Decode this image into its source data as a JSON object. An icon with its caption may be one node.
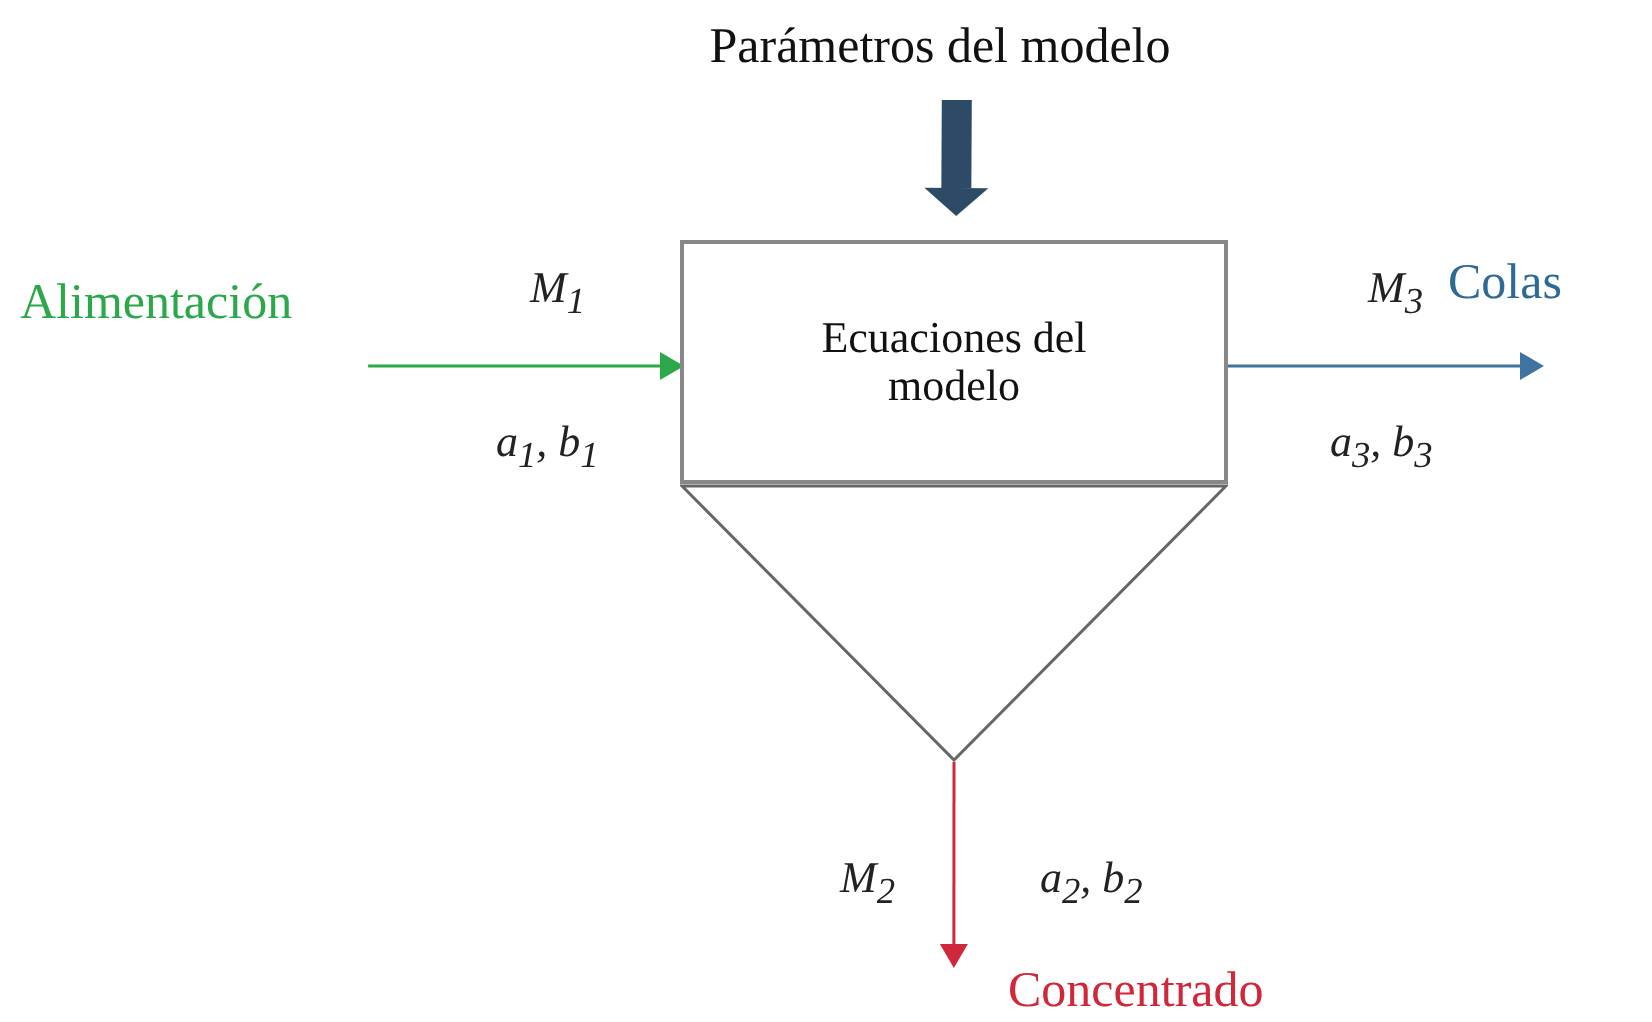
{
  "diagram": {
    "nodes": [
      {
        "text": [
          "Parámetros del modelo"
        ]
      },
      {
        "text": [
          "Ecuaciones del modelo"
        ]
      },
      {
        "text": [],
        "shape": "triangle"
      },
      {
        "text": [
          "Alimentación"
        ]
      },
      {
        "text": [
          "Colas"
        ]
      },
      {
        "text": [
          "Concentrado"
        ]
      }
    ],
    "edges": [
      {
        "from": 0,
        "to": 1,
        "arrow": "to",
        "style": "thick",
        "color": "#2d4a66"
      },
      {
        "from": 3,
        "to": 1,
        "arrow": "to",
        "color": "#2aa84a",
        "label": "M$_{1}$"
      },
      {
        "from": 1,
        "to": 4,
        "arrow": "to",
        "color": "#3f73a0",
        "label": "M$_{3}$"
      },
      {
        "from": 2,
        "to": 5,
        "arrow": "to",
        "color": "#d0283a",
        "label": "M$_{2}$"
      }
    ],
    "labels": [
      "a$_{1}$, b$_{1}$",
      "a$_{3}$, b$_{3}$",
      "a$_{2}$, b$_{2}$"
    ]
  }
}
